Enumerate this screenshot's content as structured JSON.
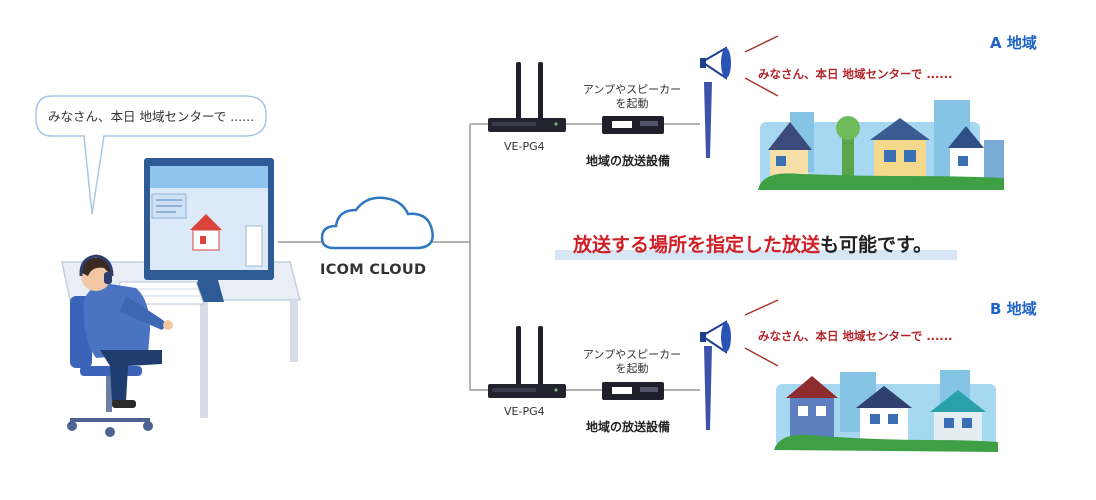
{
  "operator": {
    "bubble_text": "みなさん、本日 地域センターで ......"
  },
  "cloud": {
    "label": "ICOM CLOUD"
  },
  "banner": {
    "red_part": "放送する場所を指定した放送",
    "dark_part": "も可能です。"
  },
  "region_a": {
    "label": "A 地域",
    "router_label": "VE-PG4",
    "amp_label_1": "アンプやスピーカー",
    "amp_label_2": "を起動",
    "facility_label": "地域の放送設備",
    "speech": "みなさん、本日 地域センターで ......"
  },
  "region_b": {
    "label": "B 地域",
    "router_label": "VE-PG4",
    "amp_label_1": "アンプやスピーカー",
    "amp_label_2": "を起動",
    "facility_label": "地域の放送設備",
    "speech": "みなさん、本日 地域センターで ......"
  },
  "colors": {
    "accent_blue": "#1f63c7",
    "speech_red": "#b3252b",
    "banner_red": "#d02026",
    "banner_bar": "#d6e6f5"
  }
}
